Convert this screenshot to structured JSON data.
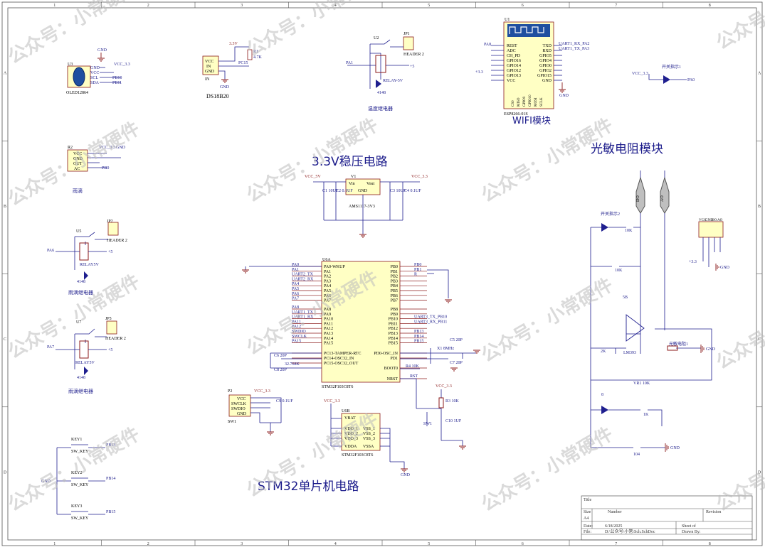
{
  "border": {
    "cols": [
      "1",
      "2",
      "3",
      "4",
      "5",
      "6",
      "7",
      "8"
    ],
    "rows": [
      "A",
      "B",
      "C",
      "D"
    ]
  },
  "watermark": "公众号：小常硬件",
  "sections": {
    "regulator": "3.3V稳压电路",
    "photoresistor": "光敏电阻模块",
    "wifi": "WIFI模块",
    "mcu": "STM32单片机电路",
    "temp_relay": "温度继电器",
    "rain": "雨滴",
    "rain_relay_1": "雨滴继电器",
    "rain_relay_2": "雨滴继电器"
  },
  "components": {
    "oled": {
      "ref": "U3",
      "name": "OLED12864",
      "pins": [
        "GND",
        "VCC",
        "SCL",
        "SDA"
      ],
      "nets": [
        "GND",
        "VCC_3.3",
        "PB10",
        "PB11"
      ]
    },
    "ds18b20": {
      "ref": "",
      "name": "DS18B20",
      "pins": [
        "VCC",
        "IN",
        "GND"
      ],
      "label": "IN",
      "r": "R1",
      "rval": "4.7K",
      "net": "PC15",
      "vcc": "3.3V",
      "gnd": "GND"
    },
    "u2": {
      "ref": "U2",
      "jp": "JP1",
      "header": "HEADER 2",
      "relay": "RELAY-5V",
      "diode": "4148",
      "net": "PA1",
      "plus": "+5"
    },
    "esp": {
      "ref": "U1",
      "name": "ESP8266-01S",
      "left": [
        "REST",
        "ADC",
        "CH_PD",
        "GPIO16",
        "GPIO14",
        "GPIO12",
        "GPIO13",
        "VCC"
      ],
      "right": [
        "TXD",
        "RXD",
        "GPIO5",
        "GPIO4",
        "GPIO0",
        "GPIO2",
        "GPIO15",
        "GND"
      ],
      "bottom": [
        "CS0",
        "MISO",
        "GPIO9",
        "GPIO10",
        "MOSI",
        "SCLK"
      ],
      "nets": [
        "UART1_RX_PA2",
        "UART1_TX_PA3"
      ],
      "pa": "PA8",
      "vcc": "+3.3",
      "gnd": "GND"
    },
    "led_a": {
      "label": "开关指示1",
      "vcc": "VCC_3.3",
      "net": "PA0"
    },
    "rain": {
      "ref": "R2",
      "pins": [
        "VCC",
        "GND",
        "OUT",
        "AC"
      ],
      "vcc": "VCC_3.3",
      "gnd": "GND",
      "net": "PB0"
    },
    "u5": {
      "ref": "U5",
      "jp": "JP2",
      "header": "HEADER 2",
      "relay": "RELAY5V",
      "diode": "4148",
      "net": "PA6",
      "plus": "+5"
    },
    "u7": {
      "ref": "U7",
      "jp": "JP3",
      "header": "HEADER 2",
      "relay": "RELAY5V",
      "diode": "4148",
      "net": "PA7",
      "plus": "+5"
    },
    "keys": [
      {
        "ref": "KEY1",
        "name": "SW_KEY",
        "net": "PB13"
      },
      {
        "ref": "KEY2",
        "name": "SW_KEY",
        "net": "PB14"
      },
      {
        "ref": "KEY3",
        "name": "SW_KEY",
        "net": "PB15"
      }
    ],
    "ldo": {
      "ref": "V1",
      "name": "AMS1117-3V3",
      "pins": [
        "Vin",
        "Vout",
        "GND"
      ],
      "vin": "VCC_5V",
      "vout": "VCC_3.3",
      "caps": [
        "C1 10UF",
        "C2 0.1UF",
        "C3 10UF",
        "C4 0.1UF"
      ]
    },
    "mcu": {
      "ref": "U6A",
      "name": "STM32F103C8T6",
      "left": [
        "PA0-WKUP",
        "PA1",
        "PA2",
        "PA3",
        "PA4",
        "PA5",
        "PA6",
        "PA7",
        "PA8",
        "PA9",
        "PA10",
        "PA11",
        "PA12",
        "PA13",
        "PA14",
        "PA15",
        "PC13-TAMPER-RTC",
        "PC14-OSC32_IN",
        "PC15-OSC32_OUT"
      ],
      "right": [
        "PB0",
        "PB1",
        "PB2",
        "PB3",
        "PB4",
        "PB5",
        "PB6",
        "PB7",
        "PB8",
        "PB9",
        "PB10",
        "PB11",
        "PB12",
        "PB13",
        "PB14",
        "PB15",
        "PD0-OSC_IN",
        "PD1",
        "BOOT0",
        "NRST"
      ],
      "nets_l": [
        "PA0",
        "PA1",
        "UART2_TX",
        "UART2_RX",
        "PA4",
        "PA5",
        "PA6",
        "PA7",
        "PA8",
        "UART1_TX",
        "UART1_RX",
        "PA11",
        "PA12",
        "SWDIO",
        "SWCLK",
        "PA15"
      ],
      "nets_r": [
        "PB0",
        "PB1",
        "R",
        "",
        "",
        "",
        "",
        "",
        "",
        "",
        "UART3_TX_PB10",
        "UART3_RX_PB11",
        "",
        "PB13",
        "PB14",
        "PB15"
      ],
      "xtal": "32.768K",
      "c": [
        "C6 20P",
        "C8 20P",
        "C5 20P",
        "C7 20P"
      ],
      "x2": "X1 8MHz",
      "r4": "R4 10K",
      "nrst": "RST"
    },
    "pwr": {
      "ref": "U6B",
      "name": "STM32F103C8T6",
      "pins": [
        "VBAT",
        "VDD_1",
        "VDD_2",
        "VDD_3",
        "VDDA",
        "VSS_1",
        "VSS_2",
        "VSS_3",
        "VSSA"
      ],
      "vcc": "VCC_3.3",
      "gnd": "GND"
    },
    "swd": {
      "ref": "P2",
      "name": "SW1",
      "pins": [
        "VCC",
        "SWCLK",
        "SWDIO",
        "GND"
      ],
      "vcc": "VCC_3.3",
      "cap": "C9 0.1UF"
    },
    "reset": {
      "r": "R3 10K",
      "c": "C10 1UF",
      "sw": "SW1",
      "vcc": "VCC_3.3"
    },
    "ldr": {
      "pins": [
        "DO",
        "AO"
      ],
      "u4pins": [
        "VCC",
        "GND",
        "DO",
        "AO"
      ],
      "parts": [
        "开关指示2",
        "10K",
        "10K",
        "5B",
        "LM393",
        "VR1 10K",
        "光敏电阻1",
        "2K",
        "1K",
        "104",
        "8"
      ],
      "gnd": "GND",
      "vcc": "+3.3"
    }
  },
  "title_block": {
    "title": "Title",
    "size": "Size",
    "size_val": "A4",
    "number": "Number",
    "revision": "Revision",
    "date": "Date:",
    "date_val": "6/18/2025",
    "sheet": "Sheet of",
    "file": "File:",
    "file_val": "D:\\公众号\\小常\\Sch.SchDoc",
    "drawn": "Drawn By:"
  }
}
